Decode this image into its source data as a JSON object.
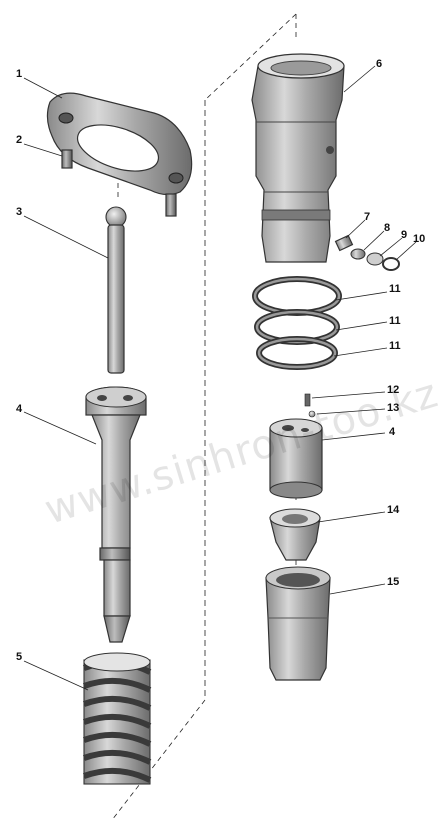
{
  "diagram": {
    "callouts": [
      "1",
      "2",
      "3",
      "4",
      "5",
      "6",
      "7",
      "8",
      "9",
      "10",
      "11",
      "11",
      "11",
      "12",
      "13",
      "4",
      "14",
      "15"
    ],
    "watermark": "www.sinhron-too.kz"
  }
}
